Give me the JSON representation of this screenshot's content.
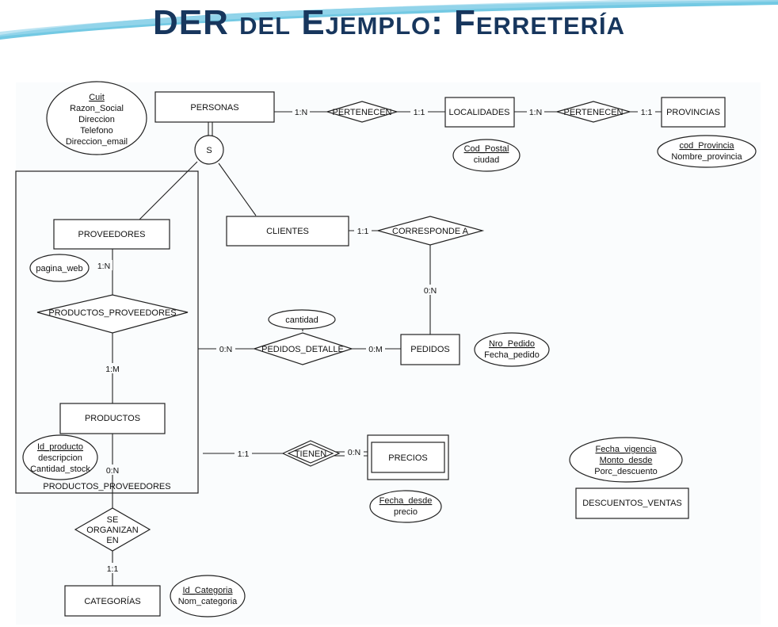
{
  "title": "DER del Ejemplo: Ferretería",
  "colors": {
    "title": "#17365d",
    "accent_wave": "#5bc0de",
    "line": "#222222"
  },
  "entities": {
    "personas": "PERSONAS",
    "localidades": "LOCALIDADES",
    "provincias": "PROVINCIAS",
    "proveedores": "PROVEEDORES",
    "clientes": "CLIENTES",
    "pedidos": "PEDIDOS",
    "productos": "PRODUCTOS",
    "precios": "PRECIOS",
    "categorias": "CATEGORÍAS",
    "descuentos_ventas": "DESCUENTOS_VENTAS",
    "aggregate_label": "PRODUCTOS_PROVEEDORES"
  },
  "relationships": {
    "pertenecen_1": "PERTENECEN",
    "pertenecen_2": "PERTENECEN",
    "corresponde_a": "CORRESPONDE A",
    "productos_proveedores": "PRODUCTOS_PROVEEDORES",
    "pedidos_detalle": "PEDIDOS_DETALLE",
    "tienen": "TIENEN",
    "se_organizan": [
      "SE",
      "ORGANIZAN",
      "EN"
    ],
    "specialization": "S"
  },
  "attributes": {
    "personas": [
      {
        "text": "Cuit",
        "key": true
      },
      {
        "text": "Razon_Social",
        "key": false
      },
      {
        "text": "Direccion",
        "key": false
      },
      {
        "text": "Telefono",
        "key": false
      },
      {
        "text": "Direccion_email",
        "key": false
      }
    ],
    "localidades": [
      {
        "text": "Cod_Postal",
        "key": true
      },
      {
        "text": "ciudad",
        "key": false
      }
    ],
    "provincias": [
      {
        "text": "cod_Provincia",
        "key": true
      },
      {
        "text": "Nombre_provincia",
        "key": false
      }
    ],
    "proveedores": [
      {
        "text": "pagina_web",
        "key": false
      }
    ],
    "pedidos_detalle": [
      {
        "text": "cantidad",
        "key": false
      }
    ],
    "pedidos": [
      {
        "text": "Nro_Pedido",
        "key": true
      },
      {
        "text": "Fecha_pedido",
        "key": false
      }
    ],
    "productos": [
      {
        "text": "Id_producto",
        "key": true
      },
      {
        "text": "descripcion",
        "key": false
      },
      {
        "text": "Cantidad_stock",
        "key": false
      }
    ],
    "precios": [
      {
        "text": "Fecha_desde",
        "key": true
      },
      {
        "text": "precio",
        "key": false
      }
    ],
    "descuentos_ventas": [
      {
        "text": "Fecha_vigencia",
        "key": true
      },
      {
        "text": "Monto_desde",
        "key": true
      },
      {
        "text": "Porc_descuento",
        "key": false
      }
    ],
    "categorias": [
      {
        "text": "Id_Categoria",
        "key": true
      },
      {
        "text": "Nom_categoria",
        "key": false
      }
    ]
  },
  "cardinalities": {
    "personas_pertenecen": "1:N",
    "pertenecen_localidades": "1:1",
    "localidades_pertenecen": "1:N",
    "pertenecen_provincias": "1:1",
    "clientes_corresponde": "1:1",
    "corresponde_pedidos": "0:N",
    "proveedores_pp": "1:N",
    "pp_productos": "1:M",
    "aggregate_pedidos_detalle": "0:N",
    "pedidos_detalle_pedidos": "0:M",
    "aggregate_tienen": "1:1",
    "tienen_precios": "0:N",
    "productos_organizan": "0:N",
    "organizan_categorias": "1:1"
  }
}
